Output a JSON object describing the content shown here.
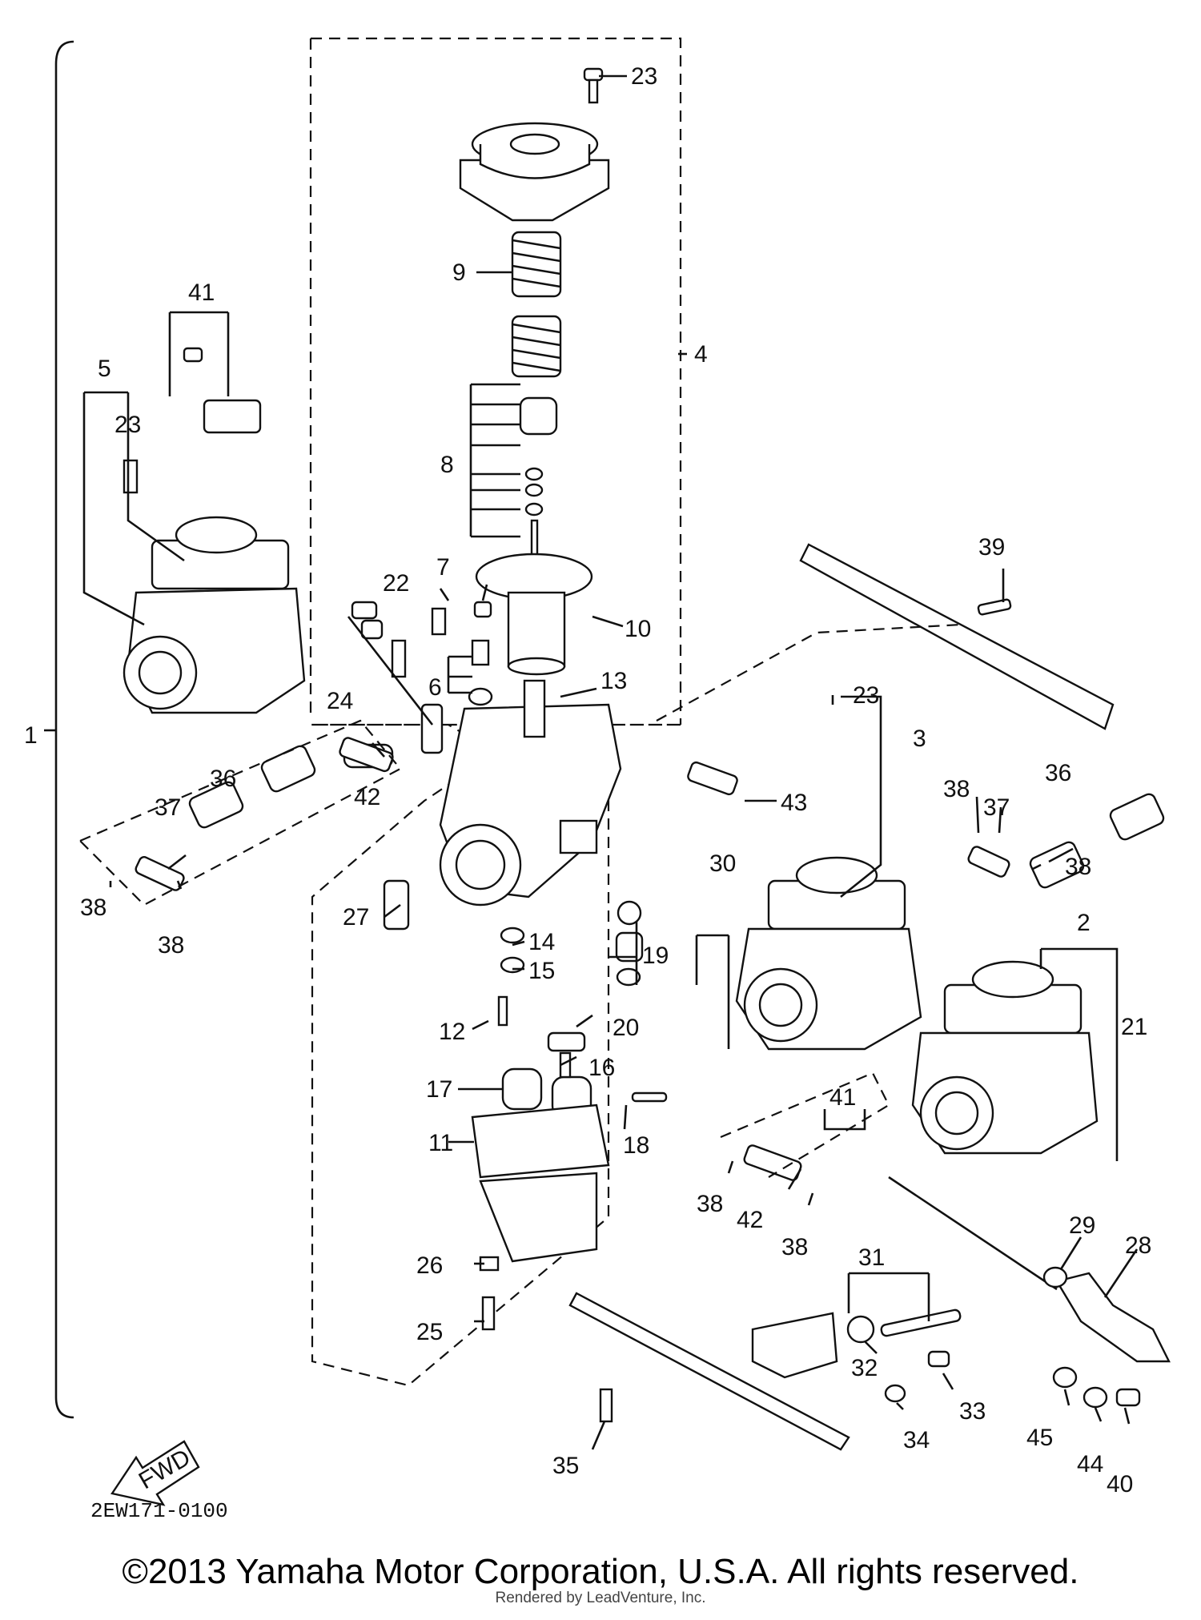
{
  "diagram": {
    "code": "2EW171-0100",
    "fwd_mark": "FWD",
    "part_labels": [
      "1",
      "2",
      "3",
      "4",
      "5",
      "6",
      "7",
      "8",
      "9",
      "10",
      "11",
      "12",
      "13",
      "14",
      "15",
      "16",
      "17",
      "18",
      "19",
      "20",
      "21",
      "22",
      "23",
      "24",
      "25",
      "26",
      "27",
      "28",
      "29",
      "30",
      "31",
      "32",
      "33",
      "34",
      "35",
      "36",
      "37",
      "38",
      "39",
      "40",
      "41",
      "42",
      "43",
      "44",
      "45"
    ]
  },
  "footer": {
    "copyright": "©2013 Yamaha Motor Corporation, U.S.A. All rights reserved.",
    "rendered_by": "Rendered by LeadVenture, Inc."
  }
}
